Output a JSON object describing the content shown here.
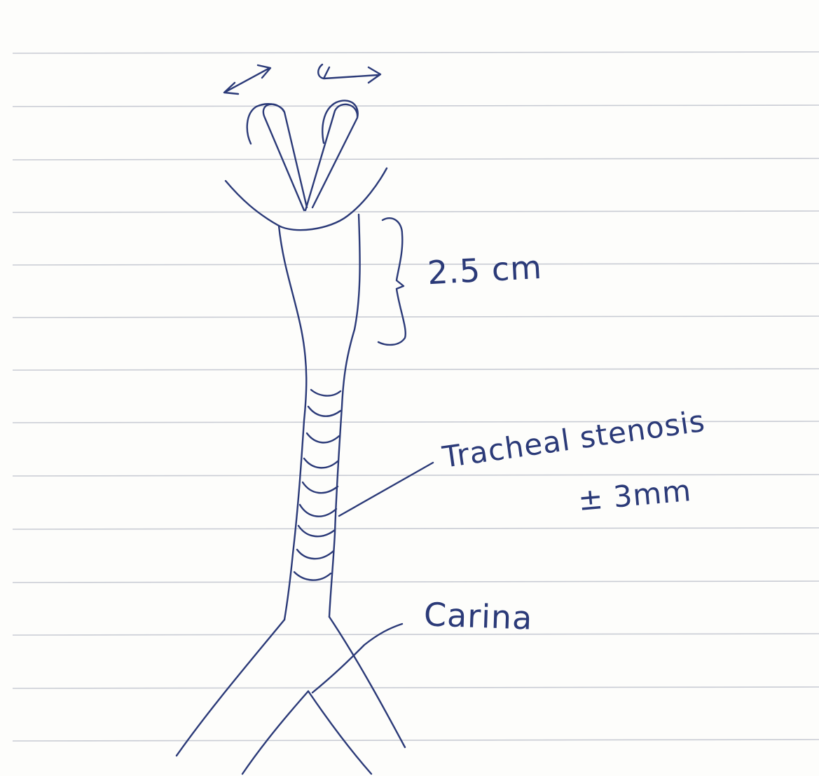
{
  "annotations": {
    "length_measure": "2.5 cm",
    "stenosis_title": "Tracheal stenosis",
    "stenosis_size": "± 3mm",
    "carina": "Carina"
  },
  "colors": {
    "ink": "#2b3a78",
    "paper": "#fdfdfb",
    "ruled_line": "#c9ccd4"
  }
}
